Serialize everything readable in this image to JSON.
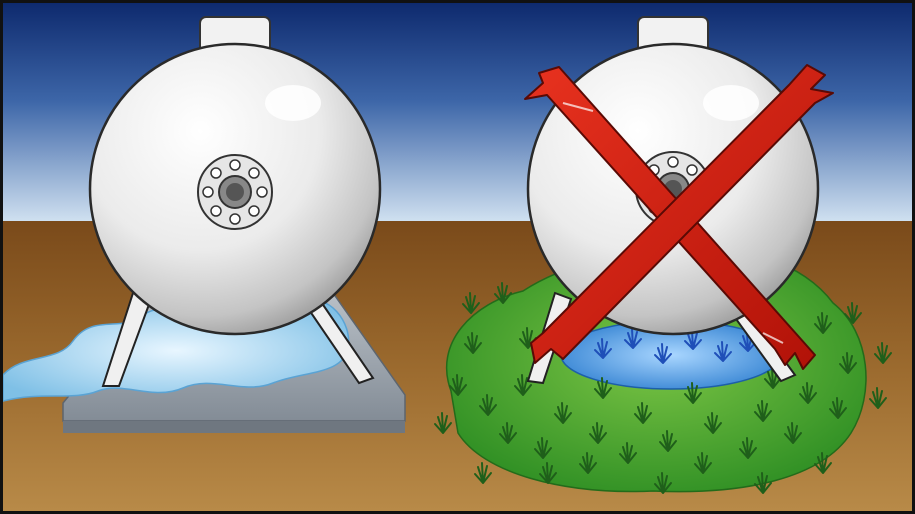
{
  "illustration": {
    "left_panel": {
      "subject": "tank-on-concrete-pad-with-vapor",
      "status": "correct"
    },
    "right_panel": {
      "subject": "tank-over-vegetation-and-water",
      "status": "incorrect",
      "mark": "red-x-icon"
    }
  },
  "colors": {
    "sky_top": "#0e2a6e",
    "sky_bottom": "#cfe0f0",
    "ground": "#8b5a24",
    "tank": "#eeeeee",
    "pad": "#9aa3ad",
    "vapor": "#9fd0ec",
    "grass": "#44a52d",
    "water": "#3f8fd6",
    "cross": "#d01a12"
  }
}
